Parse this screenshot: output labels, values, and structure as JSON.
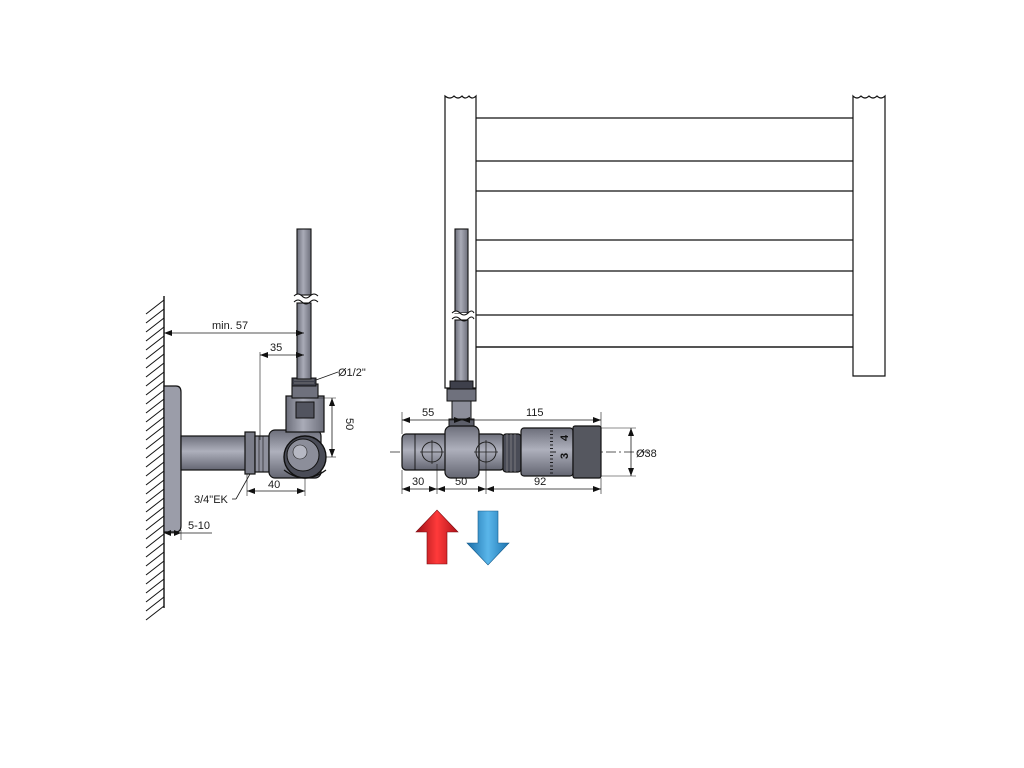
{
  "side_view": {
    "dim_min_wall": "min. 57",
    "dim_35": "35",
    "dim_pipe_diameter": "Ø1/2\"",
    "dim_50_vertical": "50",
    "dim_40": "40",
    "label_connection": "3/4\"EK",
    "dim_wall_gap": "5-10"
  },
  "front_view": {
    "dim_55": "55",
    "dim_115": "115",
    "dim_diameter_38": "Ø38",
    "dim_30": "30",
    "dim_50": "50",
    "dim_92": "92",
    "knob_scale_3": "3",
    "knob_scale_4": "4"
  },
  "flow_arrows": {
    "supply_color": "#e4222b",
    "return_color": "#2a8fd0"
  }
}
